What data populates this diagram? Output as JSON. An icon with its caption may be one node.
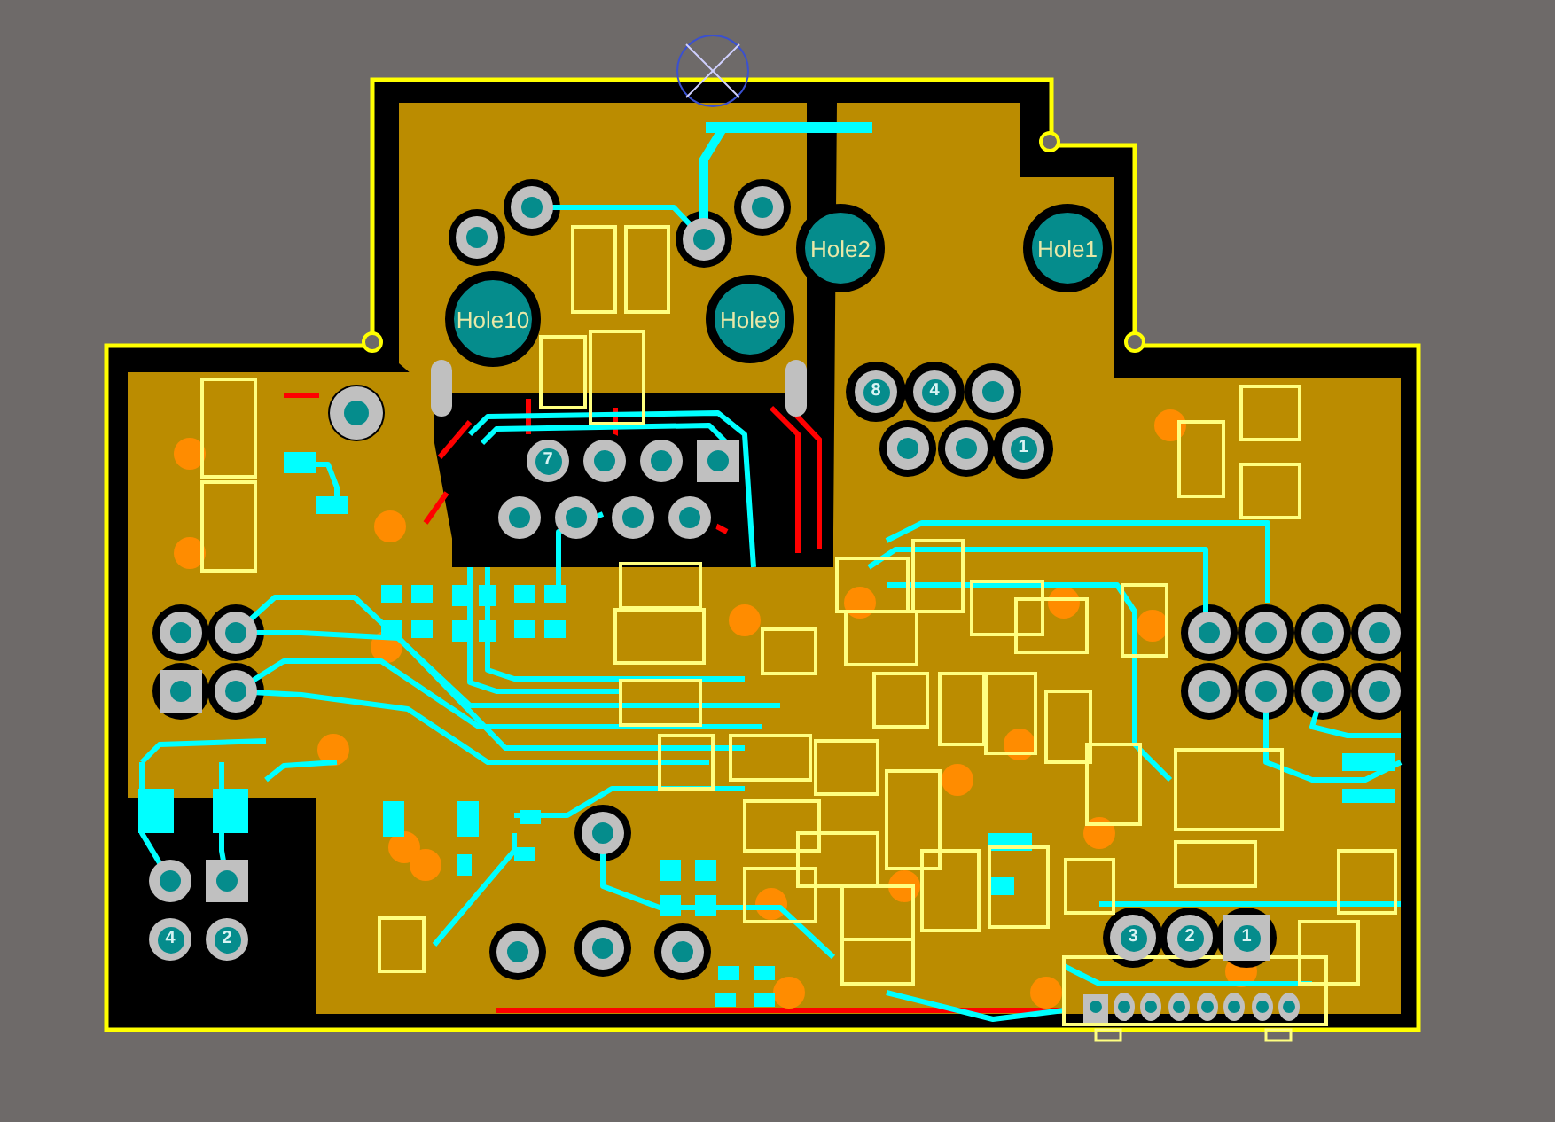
{
  "diagram": {
    "nodes": [
      {
        "text": [
          "Hole2"
        ]
      },
      {
        "text": [
          "Hole1"
        ]
      },
      {
        "text": [
          "Hole10"
        ]
      },
      {
        "text": [
          "Hole9"
        ]
      },
      {
        "text": [
          "8"
        ]
      },
      {
        "text": [
          "4"
        ]
      },
      {
        "text": [
          "7"
        ]
      },
      {
        "text": [
          "1"
        ]
      },
      {
        "text": [
          "4"
        ]
      },
      {
        "text": [
          "2"
        ]
      },
      {
        "text": [
          "3"
        ]
      },
      {
        "text": [
          "2"
        ]
      },
      {
        "text": [
          "1"
        ]
      }
    ]
  }
}
